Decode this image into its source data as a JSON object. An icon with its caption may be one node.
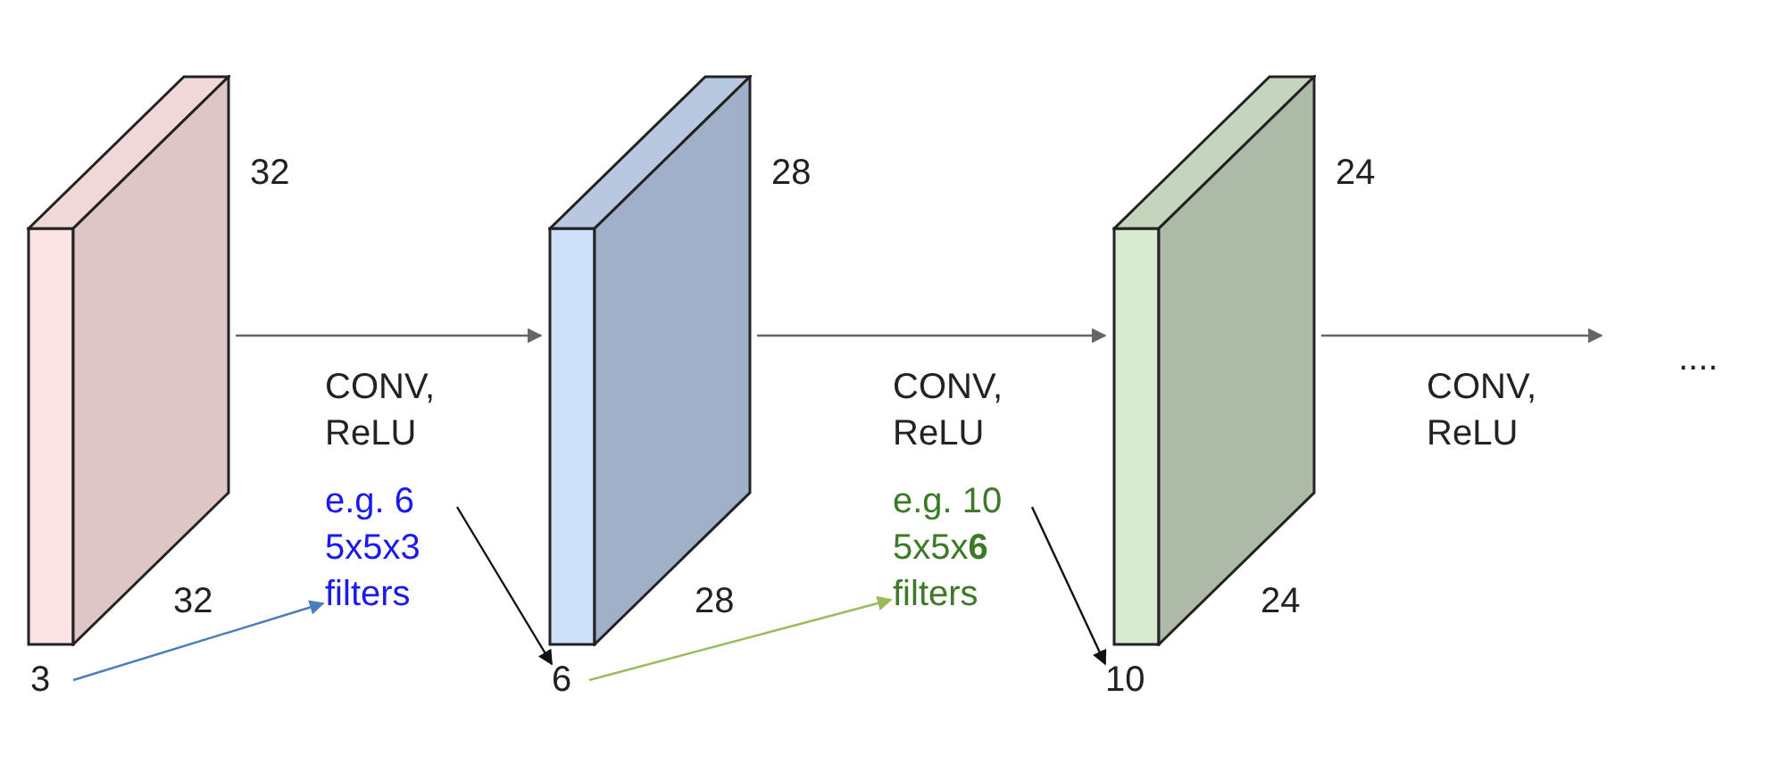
{
  "diagram": {
    "nodes": [
      {
        "text": [],
        "shape": "box",
        "beside": [
          "32",
          "32"
        ]
      },
      {
        "text": [
          "3"
        ]
      },
      {
        "text": [],
        "shape": "box",
        "beside": [
          "28",
          "28"
        ]
      },
      {
        "text": [
          "6"
        ]
      },
      {
        "text": [],
        "shape": "box",
        "beside": [
          "24",
          "24"
        ]
      },
      {
        "text": [
          "10"
        ]
      },
      {
        "text": [
          "e.g. 6 5x5x3 filters"
        ]
      },
      {
        "text": [
          "e.g. 10 5x5x**6** filters"
        ]
      }
    ],
    "edges": [
      {
        "from": 0,
        "to": 2,
        "arrow": "to",
        "label": "CONV, ReLU"
      },
      {
        "from": 2,
        "to": 4,
        "arrow": "to",
        "label": "CONV, ReLU"
      },
      {
        "from": 4,
        "to": null,
        "arrow": "to",
        "label": "CONV, ReLU"
      },
      {
        "from": 1,
        "to": 6,
        "arrow": "to",
        "color": "#4a7ebb"
      },
      {
        "from": 6,
        "to": 3,
        "arrow": "to"
      },
      {
        "from": 3,
        "to": 7,
        "arrow": "to",
        "color": "#9bbb59"
      },
      {
        "from": 7,
        "to": 5,
        "arrow": "to"
      }
    ],
    "labels": [
      "...."
    ]
  }
}
